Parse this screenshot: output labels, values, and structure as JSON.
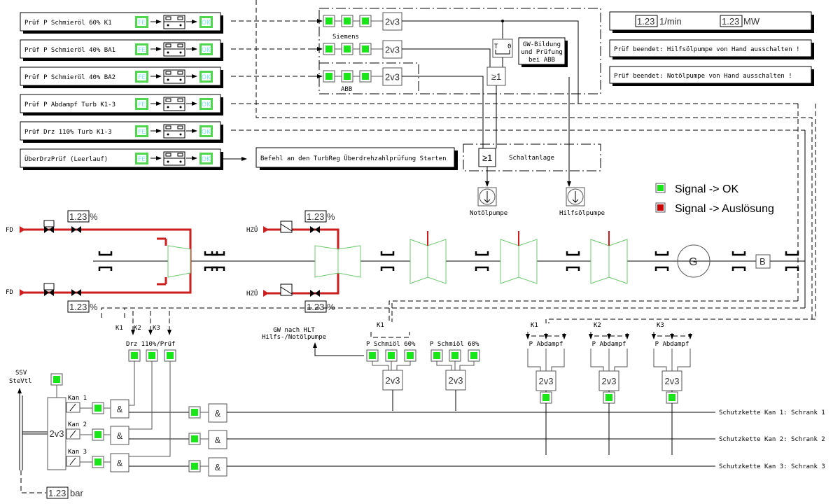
{
  "test_panels": [
    {
      "label": "Prüf P Schmieröl 60% K1",
      "start_label": "FE",
      "done_label": "OK"
    },
    {
      "label": "Prüf P Schmieröl 40% BA1",
      "start_label": "FE",
      "done_label": "OK"
    },
    {
      "label": "Prüf P Schmieröl 40% BA2",
      "start_label": "FE",
      "done_label": "OK"
    },
    {
      "label": "Prüf P Abdampf Turb K1-3",
      "start_label": "FE",
      "done_label": "OK"
    },
    {
      "label": "Prüf Drz 110% Turb K1-3",
      "start_label": "FE",
      "done_label": "OK"
    },
    {
      "label": "ÜberDrzPrüf (Leerlauf)",
      "start_label": "FE",
      "done_label": "OK"
    }
  ],
  "command_box": "Befehl an den TurbReg Überdrehzahlprüfung Starten",
  "logic_block": {
    "vote_label": "2v3",
    "or_label": "≥1",
    "timer_t": "T",
    "timer_0": "0",
    "siemens_label": "Siemens",
    "abb_label": "ABB",
    "note": [
      "GW-Bildung",
      "und Prüfung",
      "bei ABB"
    ]
  },
  "schaltanlage": {
    "label": "Schaltanlage",
    "or_label": "≥1"
  },
  "pumps": {
    "notoel": "Notölpumpe",
    "hilfsoel": "Hilfsölpumpe"
  },
  "readouts": {
    "speed_value": "1.23",
    "speed_unit": "1/min",
    "power_value": "1.23",
    "power_unit": "MW"
  },
  "messages": [
    "Prüf beendet: Hilfsölpumpe von Hand ausschalten !",
    "Prüf beendet: Notölpumpe von Hand ausschalten !"
  ],
  "legend": {
    "ok": {
      "label": "Signal -> OK",
      "color": "#19e619"
    },
    "trip": {
      "label": "Signal -> Auslösung",
      "color": "#cc0000"
    }
  },
  "turbine": {
    "fd_top": "FD",
    "fd_bottom": "FD",
    "hzu_top": "HZÜ",
    "hzu_bottom": "HZÜ",
    "valve_fd_top": {
      "value": "1.23",
      "unit": "%"
    },
    "valve_fd_bottom": {
      "value": "1.23",
      "unit": "%"
    },
    "valve_hzu_top": {
      "value": "1.23",
      "unit": "%"
    },
    "valve_hzu_bottom": {
      "value": "1.23",
      "unit": "%"
    },
    "generator": "G",
    "exciter": "B"
  },
  "protection": {
    "channels": [
      "K1",
      "K2",
      "K3"
    ],
    "drz_label": "Drz 110%/Prüf",
    "gw_note": [
      "GW nach HLT",
      "Hilfs-/Notölpumpe"
    ],
    "schmiol_label_1": "P Schmiöl 60%",
    "schmiol_label_2": "P Schmiöl 60%",
    "abdampf_label": "P Abdampf",
    "vote_label": "2v3",
    "and_label": "&",
    "ssv_label": [
      "SSV",
      "SteVtl"
    ],
    "kan_labels": [
      "Kan 1",
      "Kan 2",
      "Kan 3"
    ],
    "pressure": {
      "value": "1.23",
      "unit": "bar"
    },
    "chains": [
      "Schutzkette Kan 1: Schrank 1",
      "Schutzkette Kan 2: Schrank 2",
      "Schutzkette Kan 3: Schrank 3"
    ]
  }
}
